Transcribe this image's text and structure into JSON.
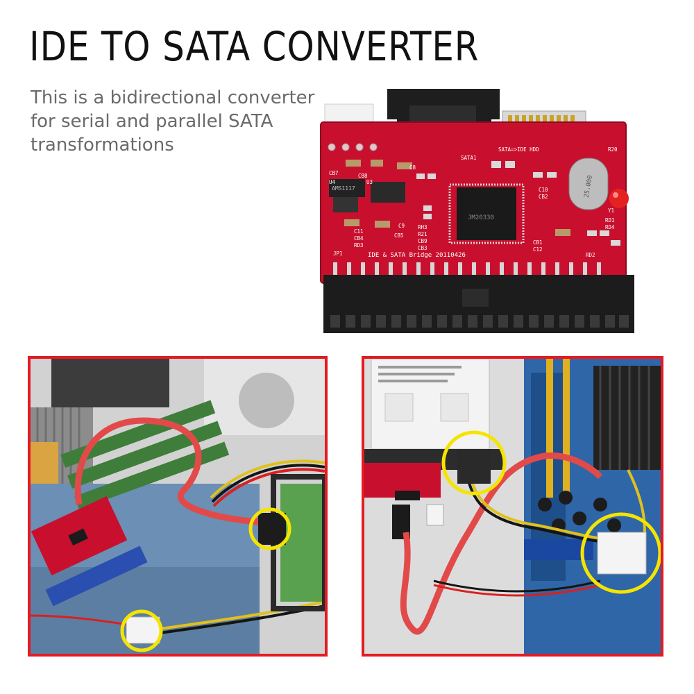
{
  "header": {
    "title": "IDE TO SATA CONVERTER",
    "description_lines": [
      "This is a bidirectional converter",
      " for serial and parallel SATA",
      "transformations"
    ]
  },
  "board": {
    "labels": {
      "mode": "SATA=>IDE HDD",
      "bridge": "IDE & SATA Bridge  20110426",
      "sata": "SATA1",
      "jp1": "JP1",
      "u3": "U3",
      "u4": "U4",
      "chip_regulator": "AMS1117",
      "chip_main": "JM20330",
      "crystal": "25.000",
      "c8": "C8",
      "cb7": "CB7",
      "cb8": "CB8",
      "c11": "C11",
      "cb4": "CB4",
      "rd3": "RD3",
      "c9": "C9",
      "cb5": "CB5",
      "rh3": "RH3",
      "r21": "R21",
      "cb9": "CB9",
      "cb3": "CB3",
      "c10": "C10",
      "cb2": "CB2",
      "cb1": "CB1",
      "c12": "C12",
      "r20": "R20",
      "rd1": "RD1",
      "rd4": "RD4",
      "rd2": "RD2",
      "y1": "Y1"
    }
  },
  "colors": {
    "pcb_red": "#c8102e",
    "frame_red": "#e31b23",
    "highlight_yellow": "#f5e400",
    "connector_black": "#1c1c1c"
  }
}
